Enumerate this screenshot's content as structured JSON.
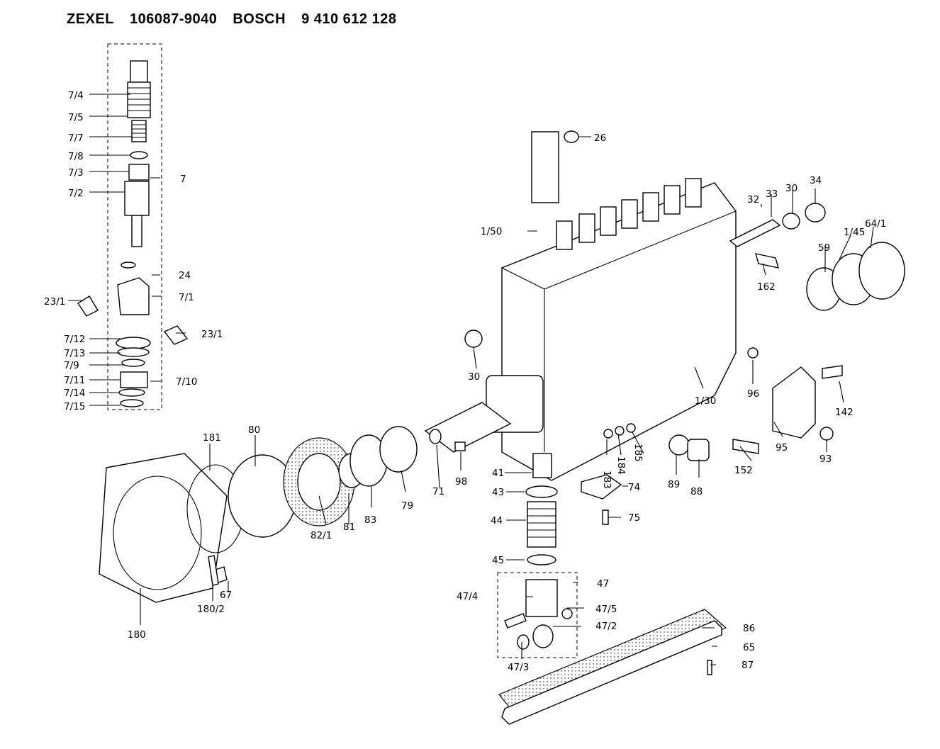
{
  "header": {
    "maker": "ZEXEL",
    "maker_number": "106087-9040",
    "oem": "BOSCH",
    "oem_number": "9 410 612 128"
  },
  "callouts": {
    "c7_4": "7/4",
    "c7_5": "7/5",
    "c7_7": "7/7",
    "c7_8": "7/8",
    "c7_3": "7/3",
    "c7_2": "7/2",
    "c7": "7",
    "c24": "24",
    "c23_1a": "23/1",
    "c7_1": "7/1",
    "c23_1b": "23/1",
    "c7_12": "7/12",
    "c7_13": "7/13",
    "c7_9": "7/9",
    "c7_11": "7/11",
    "c7_10": "7/10",
    "c7_14": "7/14",
    "c7_15": "7/15",
    "c26": "26",
    "c32": "32",
    "c33": "33",
    "c30a": "30",
    "c34": "34",
    "c1_50": "1/50",
    "c1_45": "1/45",
    "c64_1": "64/1",
    "c59": "59",
    "c162": "162",
    "c30b": "30",
    "c96": "96",
    "c1_30": "1/30",
    "c142": "142",
    "c95": "95",
    "c93": "93",
    "c181": "181",
    "c80": "80",
    "c183": "183",
    "c184": "184",
    "c185": "185",
    "c89": "89",
    "c88": "88",
    "c152": "152",
    "c41": "41",
    "c98": "98",
    "c71": "71",
    "c79": "79",
    "c83": "83",
    "c81": "81",
    "c82_1": "82/1",
    "c74": "74",
    "c43": "43",
    "c75": "75",
    "c44": "44",
    "c45": "45",
    "c47": "47",
    "c47_4": "47/4",
    "c47_5": "47/5",
    "c47_2": "47/2",
    "c47_3": "47/3",
    "c67": "67",
    "c180_2": "180/2",
    "c180": "180",
    "c86": "86",
    "c65": "65",
    "c87": "87"
  }
}
